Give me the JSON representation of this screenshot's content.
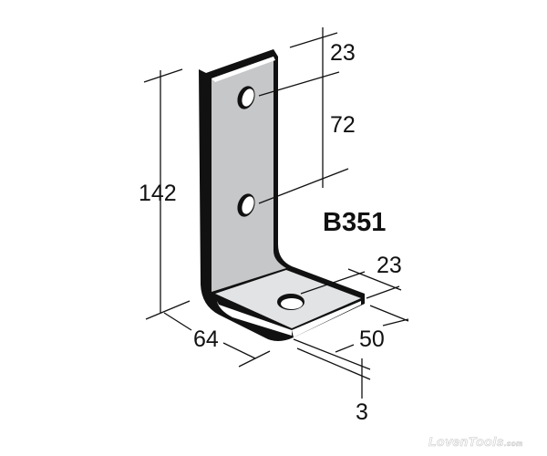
{
  "diagram": {
    "part_number": "B351",
    "description": "L-shaped angle bracket, two holes in vertical leg, one hole in horizontal leg",
    "dimensions": {
      "top_edge_to_hole": "23",
      "hole_spacing": "72",
      "overall_height": "142",
      "bottom_hole_offset": "23",
      "width": "64",
      "base_depth": "50",
      "thickness": "3"
    },
    "colors": {
      "outline": "#111111",
      "face_vertical": "#c6c7c9",
      "face_horizontal": "#e2e3e5"
    }
  },
  "watermark": {
    "brand": "LovenTools",
    "suffix": ".com"
  }
}
